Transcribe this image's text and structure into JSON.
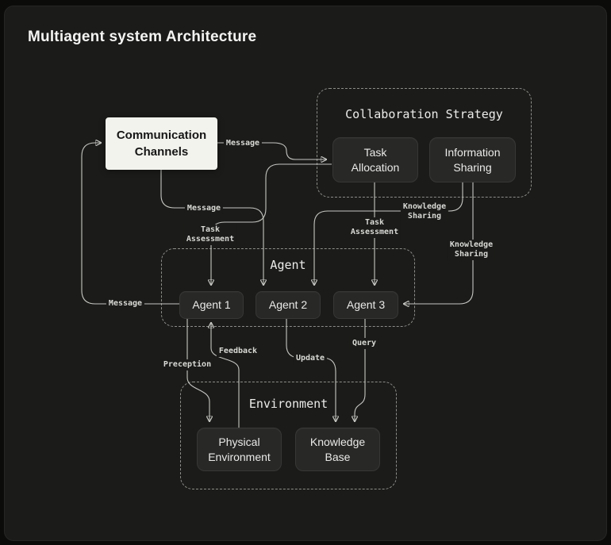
{
  "page": {
    "title": "Multiagent system Architecture"
  },
  "colors": {
    "background": "#1b1b19",
    "outer_frame": "#0b0b09",
    "node_background": "#282827",
    "node_text": "#eaeae8",
    "light_node_background": "#f3f3ee",
    "light_node_text": "#161616",
    "edge_line": "#c6c6c3",
    "dashed_border": "#8d8d8a"
  },
  "diagram": {
    "containers": {
      "collaboration": {
        "title": "Collaboration Strategy"
      },
      "agent": {
        "title": "Agent"
      },
      "environment": {
        "title": "Environment"
      }
    },
    "nodes": {
      "communication_channels": {
        "line1": "Communication",
        "line2": "Channels"
      },
      "task_allocation": {
        "line1": "Task",
        "line2": "Allocation"
      },
      "information_sharing": {
        "line1": "Information",
        "line2": "Sharing"
      },
      "agent1": {
        "label": "Agent 1"
      },
      "agent2": {
        "label": "Agent 2"
      },
      "agent3": {
        "label": "Agent 3"
      },
      "physical_environment": {
        "line1": "Physical",
        "line2": "Environment"
      },
      "knowledge_base": {
        "line1": "Knowledge",
        "line2": "Base"
      }
    },
    "edge_labels": {
      "message_to_task_allocation": "Message",
      "message_to_agent2": "Message",
      "message_to_channels": "Message",
      "task_assessment_agent1": {
        "line1": "Task",
        "line2": "Assessment"
      },
      "task_assessment_agent3": {
        "line1": "Task",
        "line2": "Assessment"
      },
      "knowledge_sharing_agent2": {
        "line1": "Knowledge",
        "line2": "Sharing"
      },
      "knowledge_sharing_agent3": {
        "line1": "Knowledge",
        "line2": "Sharing"
      },
      "feedback": "Feedback",
      "preception": "Preception",
      "update": "Update",
      "query": "Query"
    }
  }
}
